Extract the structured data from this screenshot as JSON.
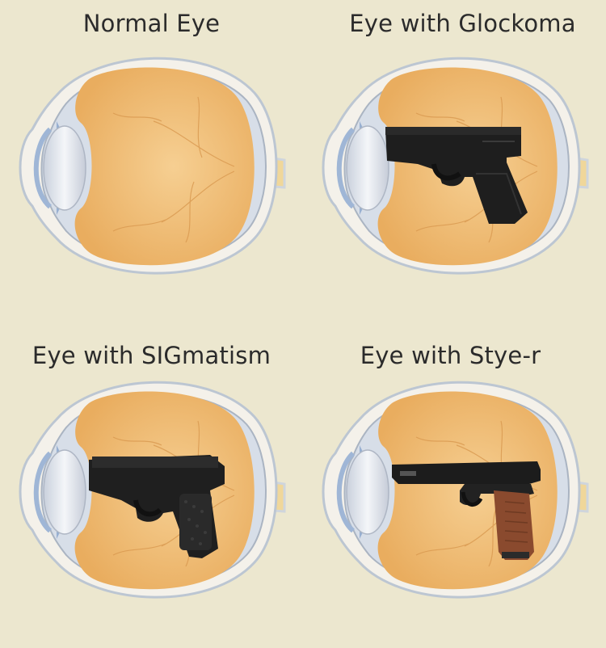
{
  "panels": [
    {
      "caption": "Normal Eye",
      "object": "none"
    },
    {
      "caption": "Eye with Glockoma",
      "object": "glock-pistol-icon"
    },
    {
      "caption": "Eye with SIGmatism",
      "object": "sig-pistol-icon"
    },
    {
      "caption": "Eye with Stye-r",
      "object": "steyr-pistol-icon"
    }
  ],
  "colors": {
    "background": "#ece7cf",
    "eyeball": "#efbf7c",
    "sclera": "#f4f1ea",
    "lens": "#dfe3ea",
    "optic_nerve": "#f0d79a",
    "gun_dark": "#1e1e1e",
    "grip_wood": "#8a4a2e"
  }
}
